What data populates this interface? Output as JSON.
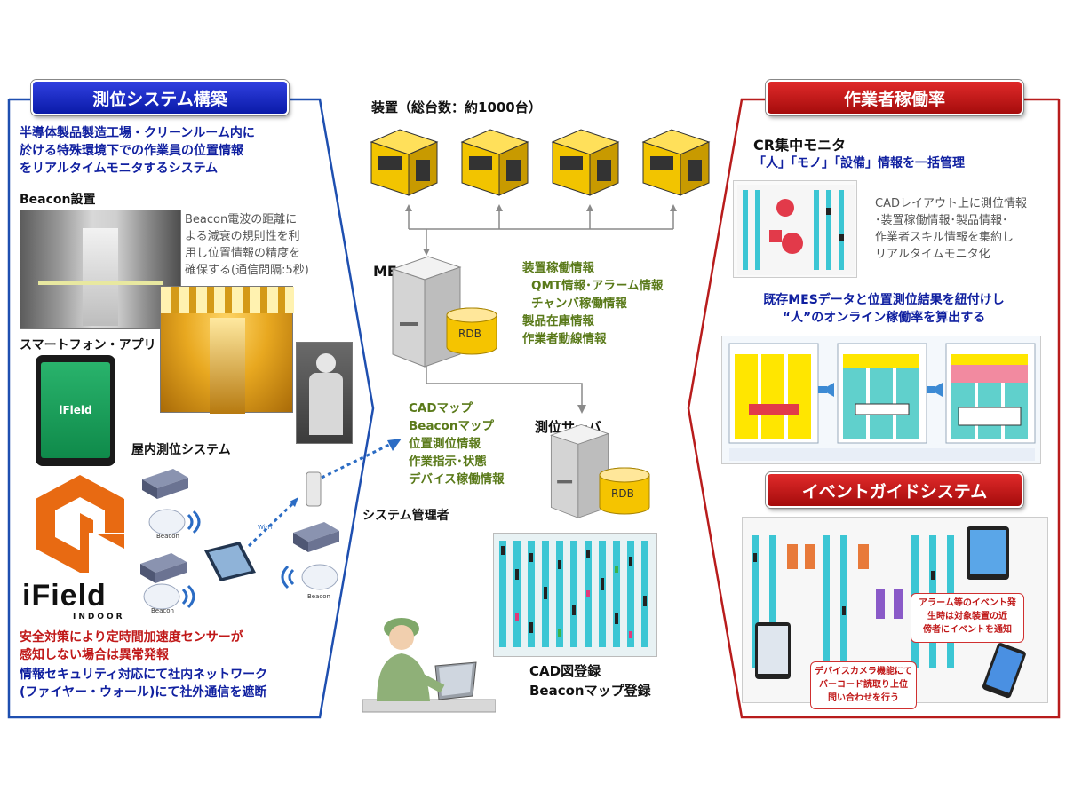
{
  "left": {
    "banner": "測位システム構築",
    "desc_line1": "半導体製品製造工場・クリーンルーム内に",
    "desc_line2": "於ける特殊環境下での作業員の位置情報",
    "desc_line3": "をリアルタイムモニタするシステム",
    "beacon_label": "Beacon設置",
    "beacon_desc_line1": "Beacon電波の距離に",
    "beacon_desc_line2": "よる減衰の規則性を利",
    "beacon_desc_line3": "用し位置情報の精度を",
    "beacon_desc_line4": "確保する(通信間隔:5秒)",
    "smartphone_label": "スマートフォン・アプリ",
    "phone_screen_text": "iField",
    "indoor_label": "屋内測位システム",
    "logo_text": "iField",
    "logo_sub": "INDOOR",
    "beacon_small": "Beacon",
    "wifi_small": "Wi-Fi",
    "safety_line1": "安全対策により定時間加速度センサーが",
    "safety_line2": "感知しない場合は異常発報",
    "security_line1": "情報セキュリティ対応にて社内ネットワーク",
    "security_line2": "(ファイヤー・ウォール)にて社外通信を遮断"
  },
  "center": {
    "equipment_title": "装置（総台数：約1000台）",
    "mes_label": "MES",
    "rdb_label": "RDB",
    "mes_info": [
      "装置稼働情報",
      "QMT情報･アラーム情報",
      "チャンバ稼働情報",
      "製品在庫情報",
      "作業者動線情報"
    ],
    "server_info": [
      "CADマップ",
      "Beaconマップ",
      "位置測位情報",
      "作業指示･状態",
      "デバイス稼働情報"
    ],
    "positioning_server": "測位サーバ",
    "admin_label": "システム管理者",
    "cad_line1": "CAD図登録",
    "cad_line2": "Beaconマップ登録"
  },
  "right": {
    "banner_top": "作業者稼働率",
    "cr_title": "CR集中モニタ",
    "cr_sub": "「人」「モノ」「設備」情報を一括管理",
    "cad_desc_line1": "CADレイアウト上に測位情報",
    "cad_desc_line2": "･装置稼働情報･製品情報･",
    "cad_desc_line3": "作業者スキル情報を集約し",
    "cad_desc_line4": "リアルタイムモニタ化",
    "mes_link_line1": "既存MESデータと位置測位結果を紐付けし",
    "mes_link_line2": "“人”のオンライン稼働率を算出する",
    "banner_bottom": "イベントガイドシステム",
    "alarm_line1": "アラーム等のイベント発",
    "alarm_line2": "生時は対象装置の近",
    "alarm_line3": "傍者にイベントを通知",
    "device_line1": "デバイスカメラ機能にて",
    "device_line2": "バーコード読取り上位",
    "device_line3": "問い合わせを行う"
  },
  "colors": {
    "blue_frame": "#1e4fb0",
    "red_frame": "#b81c1c",
    "machine_yellow": "#f2c400",
    "arrow_blue": "#2b6cc4"
  }
}
